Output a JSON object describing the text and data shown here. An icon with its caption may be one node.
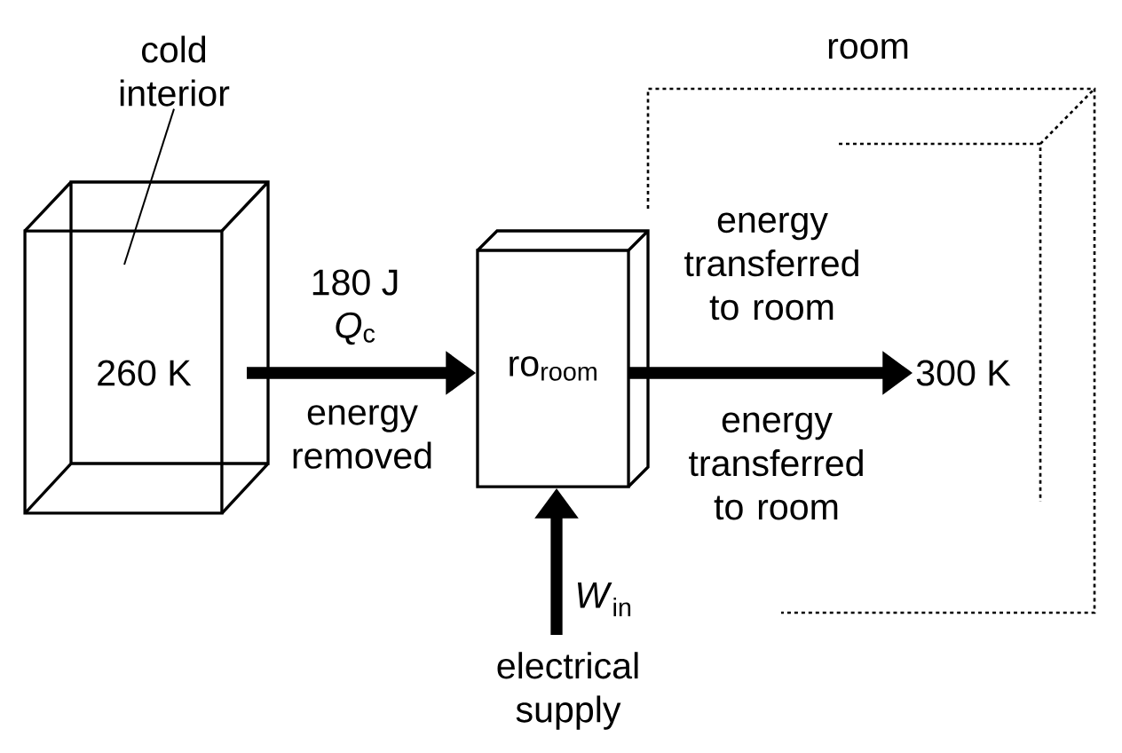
{
  "diagram": {
    "nodes": [
      {
        "text": [
          "260 K"
        ]
      },
      {
        "text": [
          "cold interior"
        ]
      },
      {
        "text": [
          "ro$_{room}$"
        ]
      },
      {
        "text": [
          "room"
        ]
      },
      {
        "text": [
          "300 K"
        ],
        "in": 3
      },
      {
        "text": [
          "electrical supply"
        ]
      }
    ],
    "edges": [
      {
        "from": 1,
        "to": 0,
        "arrow": "none"
      },
      {
        "from": 0,
        "to": 2,
        "arrow": "to",
        "label": "*Q*$_{c}$"
      },
      {
        "from": 2,
        "to": 4,
        "arrow": "to"
      },
      {
        "from": 5,
        "to": 2,
        "arrow": "to",
        "label": "*W*$_{in}$"
      }
    ],
    "labels": [
      "180 J",
      "energy removed",
      "energy transferred to room",
      "energy transferred to room"
    ]
  }
}
